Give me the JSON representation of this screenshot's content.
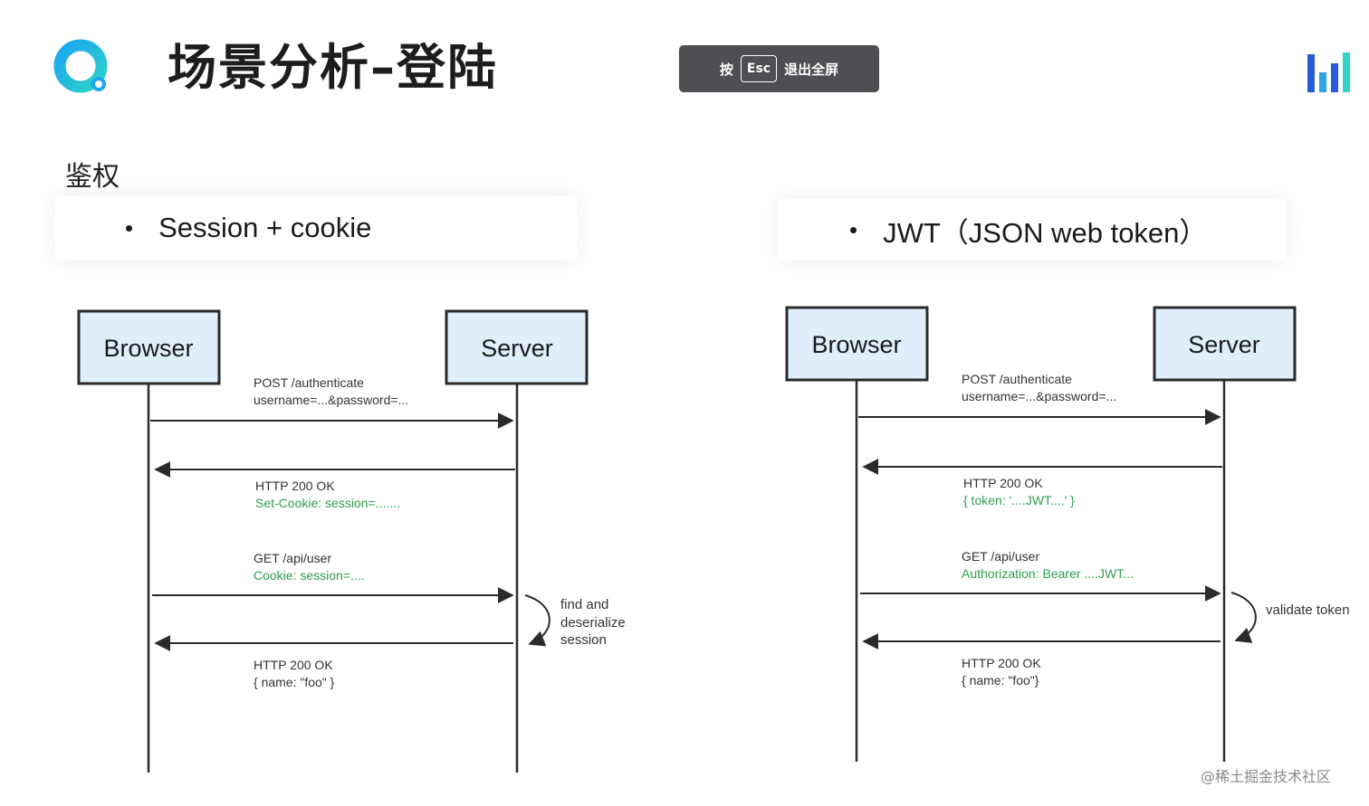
{
  "header": {
    "title": "场景分析–登陆",
    "esc_hint": {
      "prefix": "按",
      "key": "Esc",
      "suffix": "退出全屏"
    }
  },
  "section_label": "鉴权",
  "cards": {
    "left": {
      "bullet": "•",
      "text": "Session + cookie"
    },
    "right": {
      "bullet": "•",
      "text": "JWT（JSON web token）"
    }
  },
  "diagrams": {
    "left": {
      "browser": "Browser",
      "server": "Server",
      "m1_line1": "POST /authenticate",
      "m1_line2": "username=...&password=...",
      "m2_line1": "HTTP 200 OK",
      "m2_line2": "Set-Cookie: session=.......",
      "m3_line1": "GET /api/user",
      "m3_line2": "Cookie: session=....",
      "m4_line1": "HTTP 200 OK",
      "m4_line2": "{ name: \"foo\" }",
      "note_line1": "find and",
      "note_line2": "deserialize",
      "note_line3": "session"
    },
    "right": {
      "browser": "Browser",
      "server": "Server",
      "m1_line1": "POST /authenticate",
      "m1_line2": "username=...&password=...",
      "m2_line1": "HTTP 200 OK",
      "m2_line2": "{ token: '....JWT....' }",
      "m3_line1": "GET /api/user",
      "m3_line2": "Authorization: Bearer ....JWT...",
      "m4_line1": "HTTP 200 OK",
      "m4_line2": "{ name: \"foo\"}",
      "note_line1": "validate token"
    }
  },
  "watermark": "@稀土掘金技术社区",
  "colors": {
    "box_fill": "#dfeefa",
    "line": "#2b2b2b",
    "highlight_text": "#2e9e4f",
    "esc_bg": "#4d4f52"
  }
}
